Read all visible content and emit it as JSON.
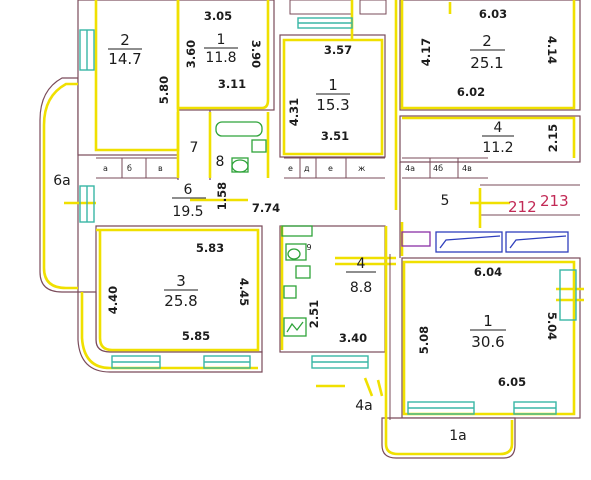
{
  "rooms": [
    {
      "id": "r-top-center",
      "number": "1",
      "area": "11.8"
    },
    {
      "id": "r-left-2",
      "number": "2",
      "area": "14.7"
    },
    {
      "id": "r-mid-1",
      "number": "1",
      "area": "15.3"
    },
    {
      "id": "r-right-2",
      "number": "2",
      "area": "25.1"
    },
    {
      "id": "r-right-4",
      "number": "4",
      "area": "11.2"
    },
    {
      "id": "r-hall-6",
      "number": "6",
      "area": "19.5"
    },
    {
      "id": "r-left-3",
      "number": "3",
      "area": "25.8"
    },
    {
      "id": "r-mid-4",
      "number": "4",
      "area": "8.8"
    },
    {
      "id": "r-right-1",
      "number": "1",
      "area": "30.6"
    }
  ],
  "labels": {
    "n7": "7",
    "n8": "8",
    "n9": "9",
    "n5": "5",
    "l6a": "6а",
    "l4a": "4а",
    "l1a": "1а",
    "n212": "212",
    "n213": "213"
  },
  "dimensions": {
    "d305": "3.05",
    "d360": "3.60",
    "d390": "3.90",
    "d311": "3.11",
    "d580": "5.80",
    "d357": "3.57",
    "d431": "4.31",
    "d351": "3.51",
    "d603": "6.03",
    "d417": "4.17",
    "d414": "4.14",
    "d602": "6.02",
    "d215": "2.15",
    "d158": "1.58",
    "d774": "7.74",
    "d583": "5.83",
    "d440": "4.40",
    "d445": "4.45",
    "d585": "5.85",
    "d251": "2.51",
    "d340": "3.40",
    "d604": "6.04",
    "d508": "5.08",
    "d504": "5.04",
    "d605": "6.05"
  },
  "cells": {
    "left": [
      "а",
      "б",
      "в"
    ],
    "mid": [
      "е",
      "д",
      "е",
      "ж"
    ],
    "right": [
      "4а",
      "4б",
      "4в"
    ]
  }
}
